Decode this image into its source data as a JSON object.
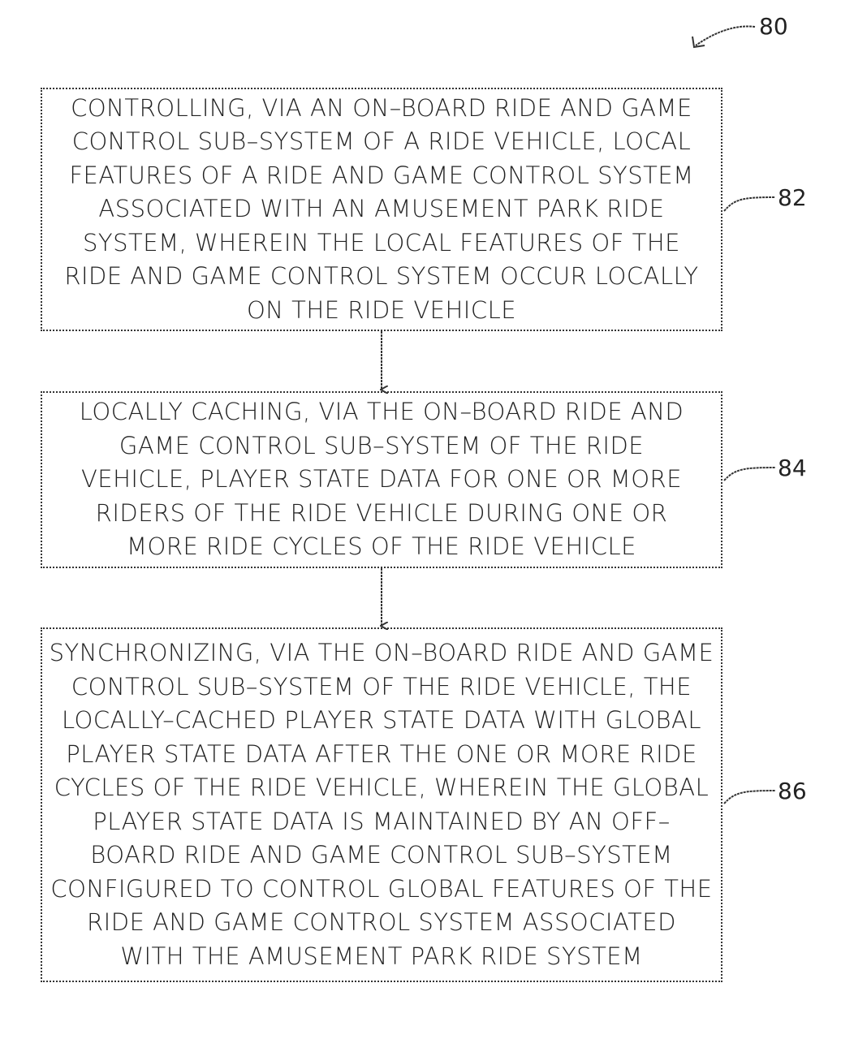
{
  "figure_ref": "80",
  "steps": [
    {
      "ref": "82",
      "text": "CONTROLLING, VIA AN ON–BOARD RIDE AND GAME\nCONTROL SUB–SYSTEM OF A RIDE VEHICLE, LOCAL\nFEATURES OF A RIDE AND GAME CONTROL SYSTEM\nASSOCIATED WITH AN AMUSEMENT PARK RIDE\nSYSTEM, WHEREIN THE LOCAL FEATURES OF THE\nRIDE AND GAME CONTROL SYSTEM OCCUR LOCALLY\nON THE RIDE VEHICLE"
    },
    {
      "ref": "84",
      "text": "LOCALLY CACHING, VIA THE ON–BOARD RIDE AND\nGAME CONTROL SUB–SYSTEM OF THE RIDE\nVEHICLE, PLAYER STATE DATA FOR ONE OR MORE\nRIDERS OF THE RIDE VEHICLE DURING ONE OR\nMORE RIDE CYCLES OF THE RIDE VEHICLE"
    },
    {
      "ref": "86",
      "text": "SYNCHRONIZING, VIA THE ON–BOARD RIDE AND GAME\nCONTROL SUB–SYSTEM OF THE RIDE VEHICLE, THE\nLOCALLY–CACHED PLAYER STATE DATA WITH GLOBAL\nPLAYER STATE DATA AFTER THE ONE OR MORE RIDE\nCYCLES OF THE RIDE VEHICLE, WHEREIN THE GLOBAL\nPLAYER STATE DATA IS MAINTAINED BY AN OFF–\nBOARD RIDE AND GAME CONTROL SUB–SYSTEM\nCONFIGURED TO CONTROL GLOBAL FEATURES OF THE\nRIDE AND GAME CONTROL SYSTEM ASSOCIATED\nWITH THE AMUSEMENT PARK RIDE SYSTEM"
    }
  ]
}
